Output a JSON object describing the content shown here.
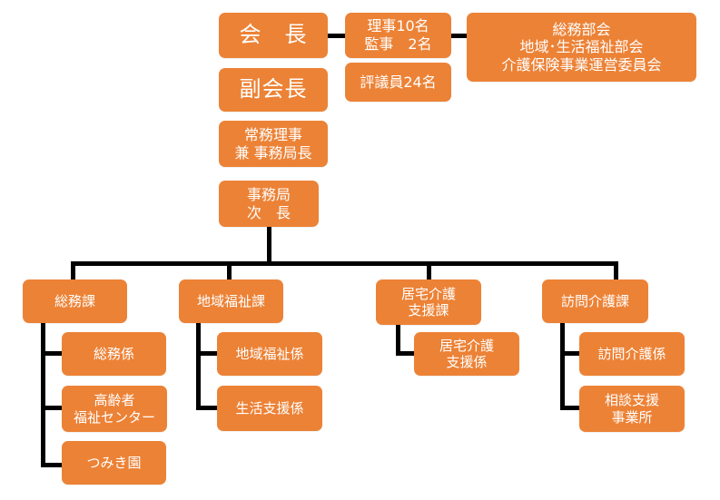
{
  "org_chart": {
    "president": "会　長",
    "vice_president": "副会長",
    "managing_director": "常務理事\n兼 事務局長",
    "deputy_secretary": "事務局\n次　長",
    "directors": "理事10名\n監事　2名",
    "councilors": "評議員24名",
    "committees": "総務部会\n地域･生活福祉部会\n介護保険事業運営委員会",
    "departments": [
      {
        "name": "総務課",
        "units": [
          "総務係",
          "高齢者\n福祉センター",
          "つみき園"
        ]
      },
      {
        "name": "地域福祉課",
        "units": [
          "地域福祉係",
          "生活支援係"
        ]
      },
      {
        "name": "居宅介護\n支援課",
        "units": [
          "居宅介護\n支援係"
        ]
      },
      {
        "name": "訪問介護課",
        "units": [
          "訪問介護係",
          "相談支援\n事業所"
        ]
      }
    ]
  },
  "colors": {
    "box_fill": "#EC8236",
    "box_text": "#ffffff",
    "connector": "#000000"
  }
}
